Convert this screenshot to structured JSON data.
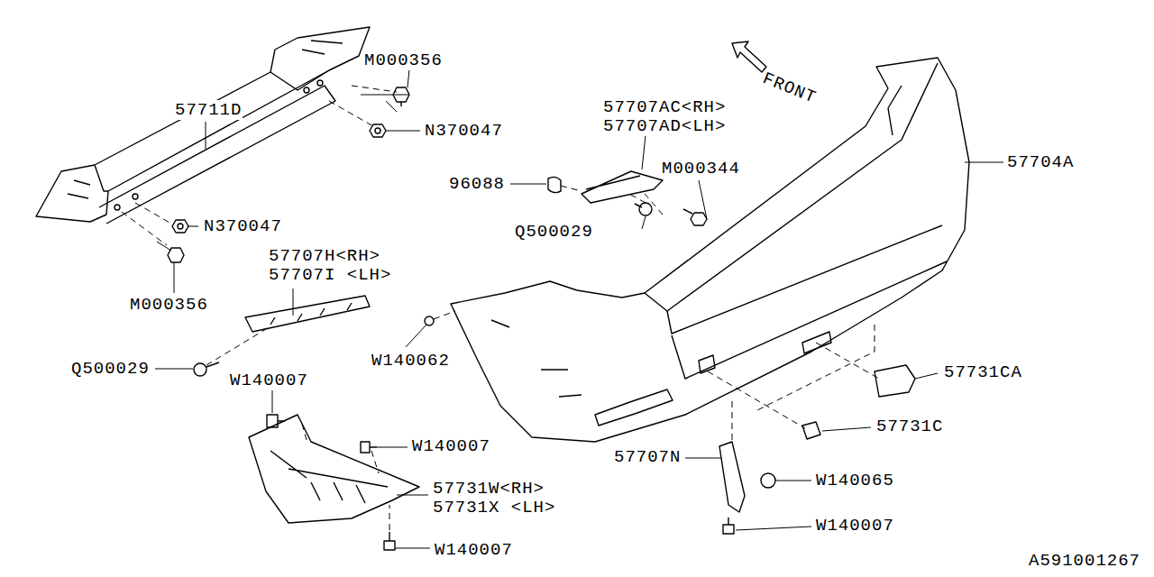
{
  "diagram": {
    "labels": [
      "M000356",
      "57711D",
      "N370047",
      "57707AC<RH>",
      "57707AD<LH>",
      "FRONT",
      "96088",
      "M000344",
      "57704A",
      "Q500029",
      "N370047",
      "M000356",
      "57707H<RH>",
      "57707I <LH>",
      "Q500029",
      "W140062",
      "W140007",
      "57731CA",
      "W140007",
      "57731W<RH>",
      "57731X <LH>",
      "57731C",
      "57707N",
      "W140065",
      "W140007",
      "W140007",
      "A591001267"
    ]
  }
}
